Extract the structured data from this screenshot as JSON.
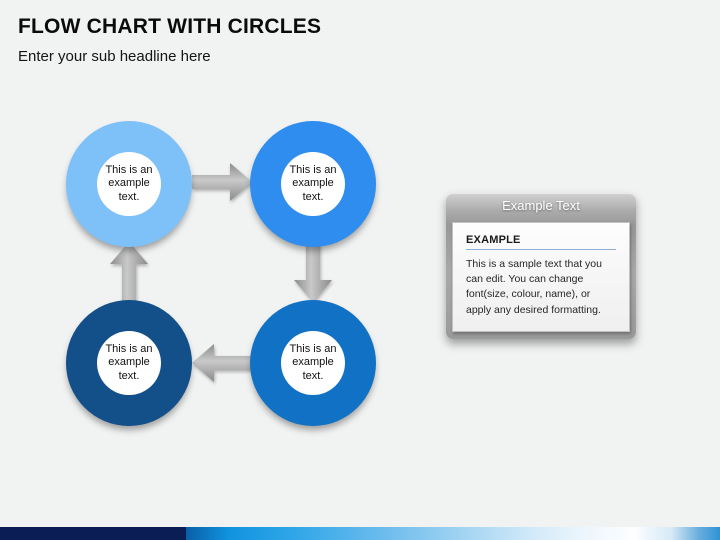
{
  "slide": {
    "title": "FLOW CHART WITH CIRCLES",
    "subtitle": "Enter your sub headline here",
    "background_color": "#F1F2F2"
  },
  "diagram": {
    "circle_text": "This is an example text.",
    "circles": [
      {
        "position": "top-left",
        "color": "#7DC1F8"
      },
      {
        "position": "top-right",
        "color": "#2E8DEE"
      },
      {
        "position": "bottom-left",
        "color": "#134F88"
      },
      {
        "position": "bottom-right",
        "color": "#1171C5"
      }
    ],
    "arrows": [
      {
        "direction": "right",
        "from": "top-left",
        "to": "top-right"
      },
      {
        "direction": "down",
        "from": "top-right",
        "to": "bottom-right"
      },
      {
        "direction": "left",
        "from": "bottom-right",
        "to": "bottom-left"
      },
      {
        "direction": "up",
        "from": "bottom-left",
        "to": "top-left"
      }
    ],
    "arrow_color": "#9E9E9E"
  },
  "example_box": {
    "header_label": "Example Text",
    "heading": "EXAMPLE",
    "body": "This is a sample text that you can edit. You can change font(size, colour, name), or apply any desired formatting.",
    "underline_color": "#8FB0D9"
  },
  "footer_bar": {
    "navy_color": "#0A1E55",
    "accent_blue": "#1193DE"
  }
}
